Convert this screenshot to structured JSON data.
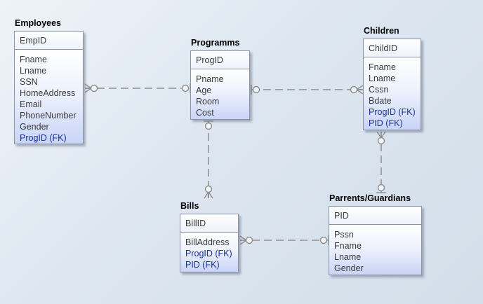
{
  "entities": {
    "employees": {
      "title": "Employees",
      "pk": "EmpID",
      "attributes": [
        {
          "name": "Fname",
          "fk": false
        },
        {
          "name": "Lname",
          "fk": false
        },
        {
          "name": "SSN",
          "fk": false
        },
        {
          "name": "HomeAddress",
          "fk": false
        },
        {
          "name": "Email",
          "fk": false
        },
        {
          "name": "PhoneNumber",
          "fk": false
        },
        {
          "name": "Gender",
          "fk": false
        },
        {
          "name": "ProgID (FK)",
          "fk": true
        }
      ]
    },
    "programms": {
      "title": "Programms",
      "pk": "ProgID",
      "attributes": [
        {
          "name": "Pname",
          "fk": false
        },
        {
          "name": "Age",
          "fk": false
        },
        {
          "name": "Room",
          "fk": false
        },
        {
          "name": "Cost",
          "fk": false
        }
      ]
    },
    "children": {
      "title": "Children",
      "pk": "ChildID",
      "attributes": [
        {
          "name": "Fname",
          "fk": false
        },
        {
          "name": "Lname",
          "fk": false
        },
        {
          "name": "Cssn",
          "fk": false
        },
        {
          "name": "Bdate",
          "fk": false
        },
        {
          "name": "ProgID (FK)",
          "fk": true
        },
        {
          "name": "PID (FK)",
          "fk": true
        }
      ]
    },
    "bills": {
      "title": "Bills",
      "pk": "BillID",
      "attributes": [
        {
          "name": "BillAddress",
          "fk": false
        },
        {
          "name": "ProgID (FK)",
          "fk": true
        },
        {
          "name": "PID (FK)",
          "fk": true
        }
      ]
    },
    "parents": {
      "title": "Parrents/Guardians",
      "pk": "PID",
      "attributes": [
        {
          "name": "Pssn",
          "fk": false
        },
        {
          "name": "Fname",
          "fk": false
        },
        {
          "name": "Lname",
          "fk": false
        },
        {
          "name": "Gender",
          "fk": false
        }
      ]
    }
  },
  "relationships": [
    {
      "from": "programms",
      "to": "employees",
      "from_cardinality": "one-optional",
      "to_cardinality": "many-optional"
    },
    {
      "from": "programms",
      "to": "children",
      "from_cardinality": "one-optional",
      "to_cardinality": "many-optional"
    },
    {
      "from": "programms",
      "to": "bills",
      "from_cardinality": "one-optional",
      "to_cardinality": "many-optional"
    },
    {
      "from": "parents",
      "to": "children",
      "from_cardinality": "one-optional",
      "to_cardinality": "many-optional"
    },
    {
      "from": "parents",
      "to": "bills",
      "from_cardinality": "one-optional",
      "to_cardinality": "many-optional"
    }
  ],
  "colors": {
    "link": "#a3a3a3",
    "fk_text": "#1c2f9e",
    "attr_text": "#3a3a3a",
    "entity_border": "#8a94a6"
  }
}
